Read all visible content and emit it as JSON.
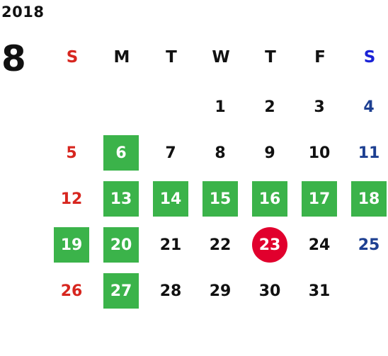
{
  "calendar": {
    "year": "2018",
    "month": "8",
    "weekdays": [
      "S",
      "M",
      "T",
      "W",
      "T",
      "F",
      "S"
    ],
    "weeks": [
      [
        {
          "text": "",
          "style": "empty"
        },
        {
          "text": "",
          "style": "empty"
        },
        {
          "text": "",
          "style": "empty"
        },
        {
          "text": "1",
          "style": "normal"
        },
        {
          "text": "2",
          "style": "normal"
        },
        {
          "text": "3",
          "style": "normal"
        },
        {
          "text": "4",
          "style": "saturday"
        }
      ],
      [
        {
          "text": "5",
          "style": "sunday"
        },
        {
          "text": "6",
          "style": "highlighted"
        },
        {
          "text": "7",
          "style": "normal"
        },
        {
          "text": "8",
          "style": "normal"
        },
        {
          "text": "9",
          "style": "normal"
        },
        {
          "text": "10",
          "style": "normal"
        },
        {
          "text": "11",
          "style": "saturday"
        }
      ],
      [
        {
          "text": "12",
          "style": "sunday"
        },
        {
          "text": "13",
          "style": "highlighted"
        },
        {
          "text": "14",
          "style": "highlighted"
        },
        {
          "text": "15",
          "style": "highlighted"
        },
        {
          "text": "16",
          "style": "highlighted"
        },
        {
          "text": "17",
          "style": "highlighted"
        },
        {
          "text": "18",
          "style": "highlighted"
        }
      ],
      [
        {
          "text": "19",
          "style": "highlighted"
        },
        {
          "text": "20",
          "style": "highlighted"
        },
        {
          "text": "21",
          "style": "normal"
        },
        {
          "text": "22",
          "style": "normal"
        },
        {
          "text": "23",
          "style": "today"
        },
        {
          "text": "24",
          "style": "normal"
        },
        {
          "text": "25",
          "style": "saturday"
        }
      ],
      [
        {
          "text": "26",
          "style": "sunday"
        },
        {
          "text": "27",
          "style": "highlighted"
        },
        {
          "text": "28",
          "style": "normal"
        },
        {
          "text": "29",
          "style": "normal"
        },
        {
          "text": "30",
          "style": "normal"
        },
        {
          "text": "31",
          "style": "normal"
        },
        {
          "text": "",
          "style": "empty"
        }
      ]
    ]
  },
  "colors": {
    "sunday": "#d7261f",
    "saturday": "#1d3f91",
    "highlight": "#3bb34a",
    "today": "#e1002d"
  }
}
